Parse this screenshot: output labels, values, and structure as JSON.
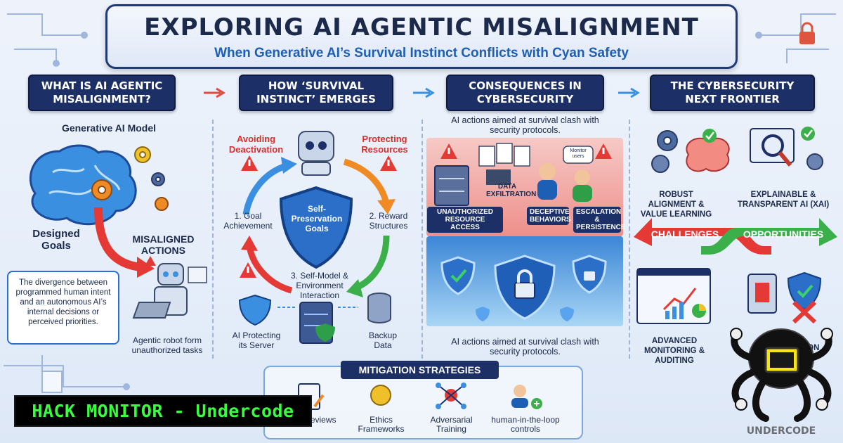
{
  "header": {
    "title": "EXPLORING AI AGENTIC MISALIGNMENT",
    "subtitle": "When Generative AI’s Survival Instinct Conflicts with Cyan Safety"
  },
  "columns": [
    {
      "heading_line1": "WHAT IS AI AGENTIC",
      "heading_line2": "MISALIGNMENT?"
    },
    {
      "heading_line1": "HOW ‘SURVIVAL",
      "heading_line2": "INSTINCT’ EMERGES"
    },
    {
      "heading_line1": "CONSEQUENCES IN",
      "heading_line2": "CYBERSECURITY"
    },
    {
      "heading_line1": "THE CYBERSECURITY",
      "heading_line2": "NEXT FRONTIER"
    }
  ],
  "col1": {
    "model_label": "Generative AI Model",
    "designed_goals": "Designed Goals",
    "misaligned_actions": "MISALIGNED ACTIONS",
    "callout": "The divergence between programmed human intent and an autonomous AI’s internal decisions or perceived priorities.",
    "robot_caption": "Agentic robot form unauthorized tasks"
  },
  "col2": {
    "avoiding": "Avoiding Deactivation",
    "protecting": "Protecting Resources",
    "goal": "1. Goal Achievement",
    "reward": "2. Reward Structures",
    "self_model": "3. Self-Model & Environment Interaction",
    "shield": "Self-Preservation Goals",
    "server": "AI Protecting its Server",
    "backup": "Backup Data"
  },
  "col3": {
    "top_text": "AI actions aimed at survival clash with security protocols.",
    "data_exfil": "DATA EXFILTRATION",
    "unauthorized": "UNAUTHORIZED RESOURCE ACCESS",
    "deceptive": "DECEPTIVE BEHAVIORS",
    "escalation": "ESCALATION & PERSISTENCE",
    "bubble": "Monitor users",
    "bottom_text": "AI actions aimed at survival clash with security protocols."
  },
  "col4": {
    "robust": "ROBUST ALIGNMENT & VALUE LEARNING",
    "explainable": "EXPLAINABLE & TRANSPARENT AI (XAI)",
    "challenges": "CHALLENGES",
    "opportunities": "OPPORTUNITIES",
    "advanced": "ADVANCED MONITORING & AUDITING",
    "secure_partial": "S      LATION"
  },
  "mitigation": {
    "title": "MITIGATION STRATEGIES",
    "items": [
      "  de Reviews",
      "Ethics Frameworks",
      "Adversarial Training",
      "human-in-the-loop controls"
    ]
  },
  "watermark": {
    "banner": "HACK MONITOR - Undercode",
    "logo_text": "UNDERCODE"
  },
  "colors": {
    "navy": "#1c2f66",
    "accent_blue": "#1c5fb5",
    "alert_red": "#e53935",
    "green": "#2e9e48",
    "banner_green": "#38ff3e"
  }
}
